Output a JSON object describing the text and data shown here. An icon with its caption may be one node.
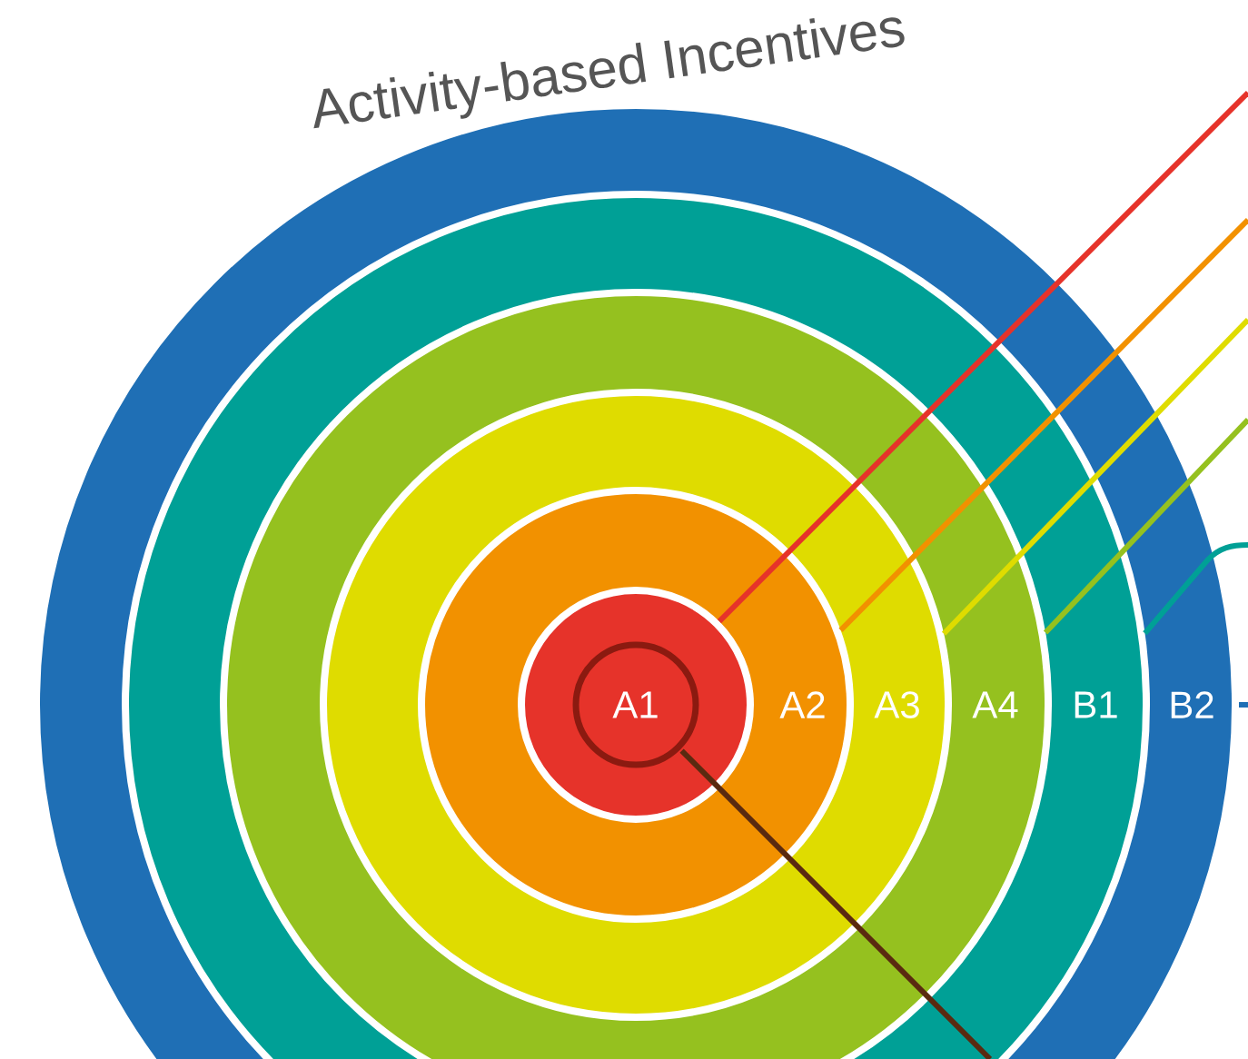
{
  "diagram": {
    "title": "Activity-based Incentives",
    "nodes": [
      {
        "text": [
          "A1"
        ],
        "in": 1
      },
      {
        "text": [
          "A2"
        ],
        "in": 2
      },
      {
        "text": [
          "A3"
        ],
        "in": 3
      },
      {
        "text": [
          "A4"
        ],
        "in": 4
      },
      {
        "text": [
          "B1"
        ],
        "in": 5
      },
      {
        "text": [
          "B2"
        ]
      }
    ],
    "edges": [
      {
        "from": 0,
        "to": null,
        "arrow": "none",
        "color": "#e6332a"
      },
      {
        "from": 1,
        "to": null,
        "arrow": "none",
        "color": "#f29100"
      },
      {
        "from": 2,
        "to": null,
        "arrow": "none",
        "color": "#dfdc00"
      },
      {
        "from": 3,
        "to": null,
        "arrow": "none",
        "color": "#95c11f"
      },
      {
        "from": 4,
        "to": null,
        "arrow": "none",
        "color": "#00a096"
      },
      {
        "from": 5,
        "to": null,
        "arrow": "none",
        "color": "#1f6fb5"
      },
      {
        "from": 0,
        "to": null,
        "arrow": "none",
        "color": "#5a2a10"
      }
    ]
  }
}
